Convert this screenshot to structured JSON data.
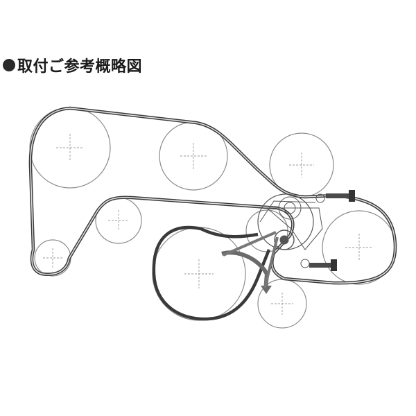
{
  "heading": {
    "text": "取付ご参考概略図"
  },
  "colors": {
    "belt": "#3a3a3a",
    "pulley_outline": "#8a8a8a",
    "text": "#1a1a1a"
  },
  "icons": {
    "bullet": "filled-circle",
    "pulley_center": "crosshair",
    "tensioner_arrow": "curved-rotation-arrow"
  }
}
